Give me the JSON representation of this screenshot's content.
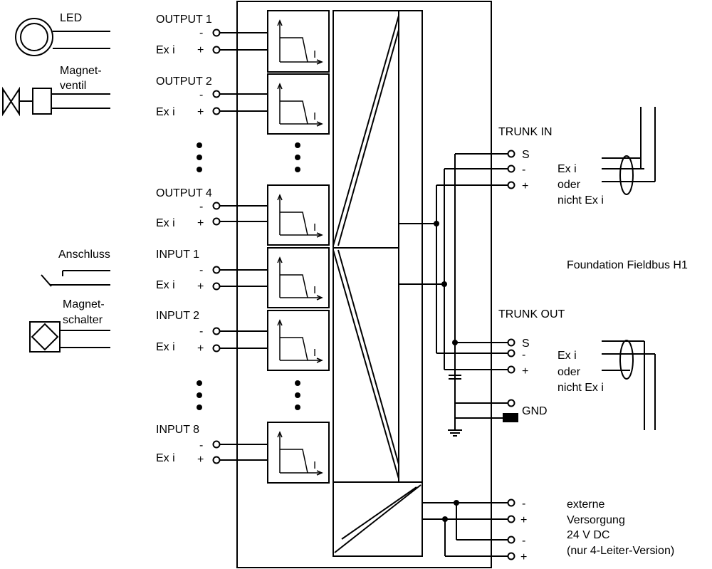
{
  "legend": {
    "led": "LED",
    "valve_line1": "Magnet-",
    "valve_line2": "ventil",
    "contact": "Anschluss",
    "switch_line1": "Magnet-",
    "switch_line2": "schalter"
  },
  "channels": [
    {
      "label": "OUTPUT 1",
      "minus": "-",
      "plus": "+",
      "exi": "Ex i"
    },
    {
      "label": "OUTPUT 2",
      "minus": "-",
      "plus": "+",
      "exi": "Ex i"
    },
    {
      "label": "OUTPUT 4",
      "minus": "-",
      "plus": "+",
      "exi": "Ex i"
    },
    {
      "label": "INPUT 1",
      "minus": "-",
      "plus": "+",
      "exi": "Ex i"
    },
    {
      "label": "INPUT 2",
      "minus": "-",
      "plus": "+",
      "exi": "Ex i"
    },
    {
      "label": "INPUT 8",
      "minus": "-",
      "plus": "+",
      "exi": "Ex i"
    }
  ],
  "graph_axis_label": "I",
  "trunk_in": {
    "title": "TRUNK IN",
    "s": "S",
    "minus": "-",
    "plus": "+",
    "note1": "Ex i",
    "note2": "oder",
    "note3": "nicht Ex i"
  },
  "fieldbus": "Foundation Fieldbus H1",
  "trunk_out": {
    "title": "TRUNK OUT",
    "s": "S",
    "minus": "-",
    "plus": "+",
    "note1": "Ex i",
    "note2": "oder",
    "note3": "nicht Ex i",
    "gnd": "GND"
  },
  "supply": {
    "minus1": "-",
    "plus1": "+",
    "minus2": "-",
    "plus2": "+",
    "line1": "externe",
    "line2": "Versorgung",
    "line3": "24 V DC",
    "line4": "(nur 4-Leiter-Version)"
  }
}
